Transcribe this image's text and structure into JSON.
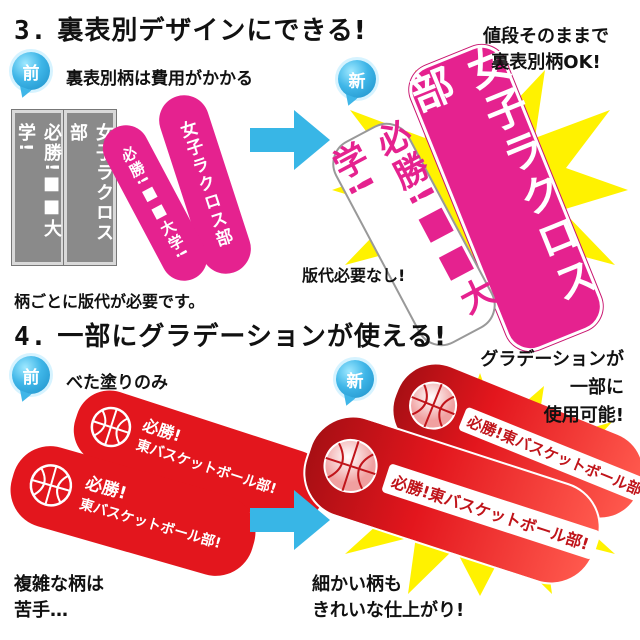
{
  "section3": {
    "number": "3.",
    "title": "裏表別デザインにできる!",
    "before_badge": "前",
    "before_caption": "裏表別柄は費用がかかる",
    "card_left": "必勝!■■大学!",
    "card_right": "女子ラクロス部",
    "pink_stick_a": "女子ラクロス部",
    "pink_stick_b": "必勝!■■大学!",
    "before_note": "柄ごとに版代が必要です。",
    "after_badge": "新",
    "after_callout_line1": "値段そのままで",
    "after_callout_line2": "裏表別柄OK!",
    "big_pink": "女子ラクロス部",
    "white_stick": "必勝!■■大学!",
    "after_note": "版代必要なし!"
  },
  "section4": {
    "number": "4.",
    "title": "一部にグラデーションが使える!",
    "before_badge": "前",
    "before_caption": "べた塗りのみ",
    "red_back_line1": "必勝!",
    "red_back_line2": "東バスケットボール部!",
    "red_front_line1": "必勝!",
    "red_front_line2": "東バスケットボール部!",
    "before_note_line1": "複雑な柄は",
    "before_note_line2": "苦手…",
    "after_badge": "新",
    "after_callout_line1": "グラデーションが",
    "after_callout_line2": "一部に",
    "after_callout_line3": "使用可能!",
    "grad_top": "必勝!東バスケットボール部!",
    "grad_bottom": "必勝!東バスケットボール部!",
    "after_note_line1": "細かい柄も",
    "after_note_line2": "きれいな仕上がり!"
  },
  "colors": {
    "pink": "#e5228f",
    "red": "#e3161d",
    "arrow": "#38b6e6",
    "burst": "#fff200",
    "badge": "#3fb6e8"
  }
}
